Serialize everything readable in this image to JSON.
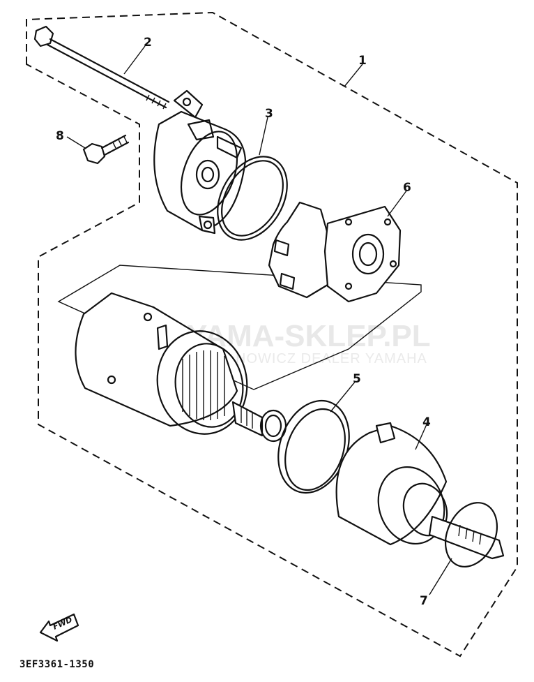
{
  "diagram": {
    "callouts": [
      {
        "id": "1",
        "label": "1"
      },
      {
        "id": "2",
        "label": "2"
      },
      {
        "id": "3",
        "label": "3"
      },
      {
        "id": "4",
        "label": "4"
      },
      {
        "id": "5",
        "label": "5"
      },
      {
        "id": "6",
        "label": "6"
      },
      {
        "id": "7",
        "label": "7"
      },
      {
        "id": "8",
        "label": "8"
      }
    ],
    "drawing_code": "3EF3361-1350",
    "direction_marker": "FWD",
    "watermark": {
      "main": "YAMA-SKLEP.PL",
      "sub": "HOWICZ DEALER YAMAHA"
    }
  }
}
